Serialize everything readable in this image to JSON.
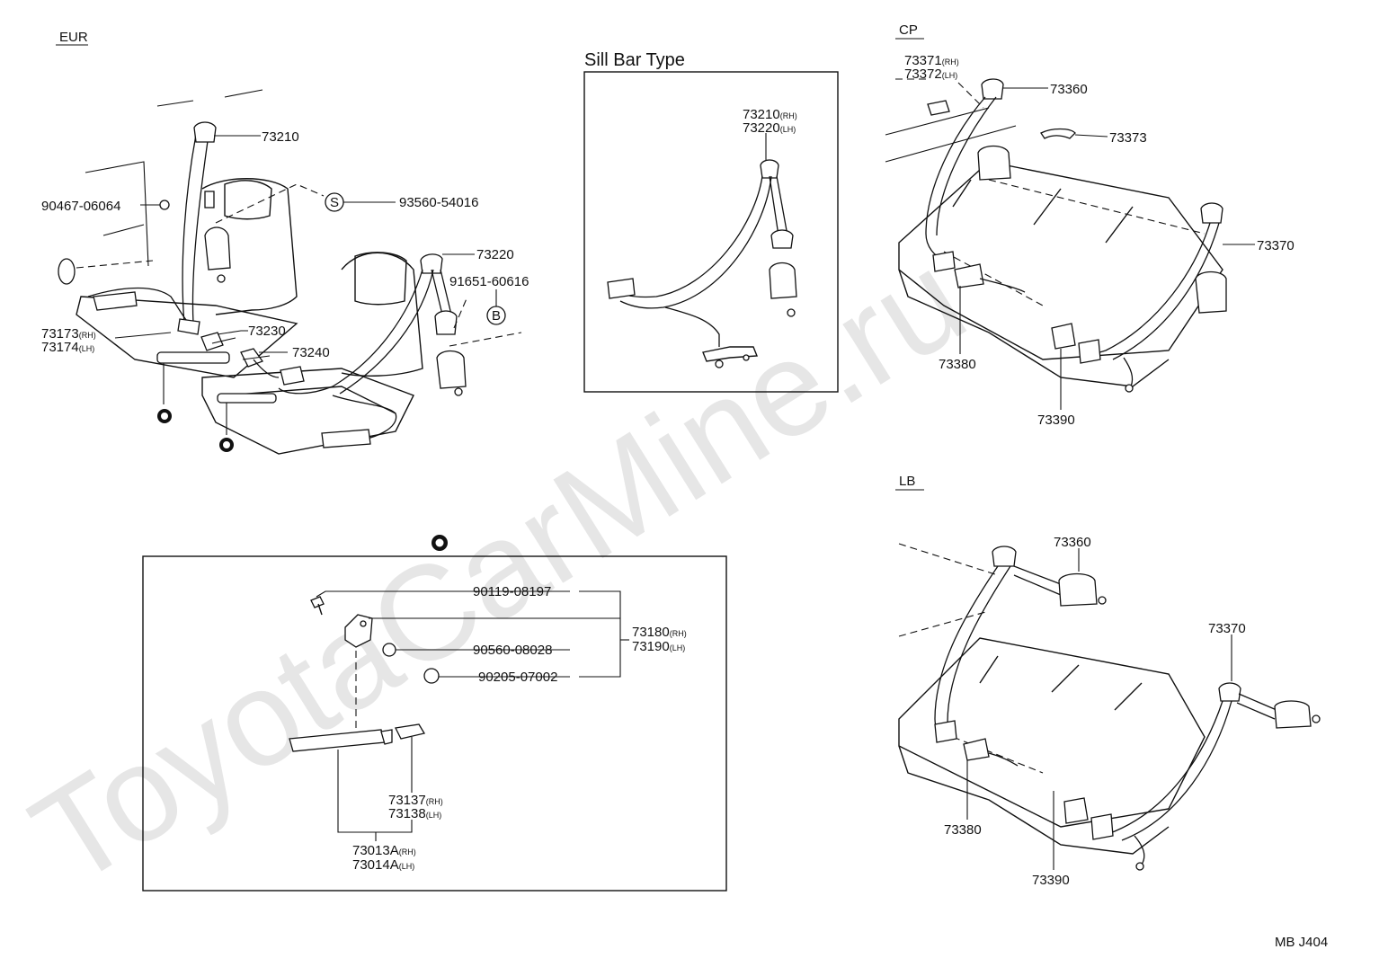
{
  "watermark": "ToyotaCarMine.ru",
  "sections": {
    "eur": "EUR",
    "sill_bar": "Sill Bar Type",
    "cp": "CP",
    "lb": "LB"
  },
  "labels": {
    "p73210": "73210",
    "p90467": "90467-06064",
    "p93560": "93560-54016",
    "p73220": "73220",
    "p91651": "91651-60616",
    "p73230": "73230",
    "p73240": "73240",
    "p73173": "73173",
    "p73174": "73174",
    "sb73210": "73210",
    "sb73220": "73220",
    "cp73371": "73371",
    "cp73372": "73372",
    "cp73360": "73360",
    "cp73373": "73373",
    "cp73370": "73370",
    "cp73380": "73380",
    "cp73390": "73390",
    "lb73360": "73360",
    "lb73370": "73370",
    "lb73380": "73380",
    "lb73390": "73390",
    "d90119": "90119-08197",
    "d73180": "73180",
    "d73190": "73190",
    "d90560": "90560-08028",
    "d90205": "90205-07002",
    "d73137": "73137",
    "d73138": "73138",
    "d73013": "73013A",
    "d73014": "73014A",
    "rh": "(RH)",
    "lh": "(LH)"
  },
  "symbols": {
    "s": "S",
    "b": "B"
  },
  "footer": "MB J404"
}
